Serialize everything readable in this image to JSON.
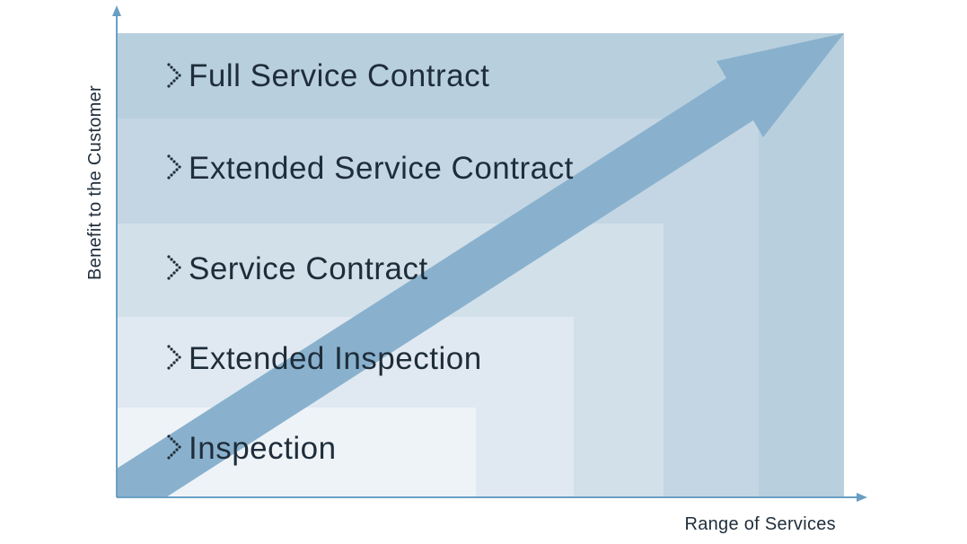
{
  "levels": [
    {
      "label": "Inspection",
      "fill": "#eef3f8"
    },
    {
      "label": "Extended Inspection",
      "fill": "#e0e9f1"
    },
    {
      "label": "Service Contract",
      "fill": "#d2e0ea"
    },
    {
      "label": "Extended Service Contract",
      "fill": "#c4d6e3"
    },
    {
      "label": "Full Service Contract",
      "fill": "#b8cfde"
    }
  ],
  "axes": {
    "x_label": "Range of Services",
    "y_label": "Benefit to the Customer",
    "axis_color": "#6a9fc4"
  },
  "arrow": {
    "fill": "#89b1cd"
  },
  "bullet_icon": "dotted-chevron-icon"
}
